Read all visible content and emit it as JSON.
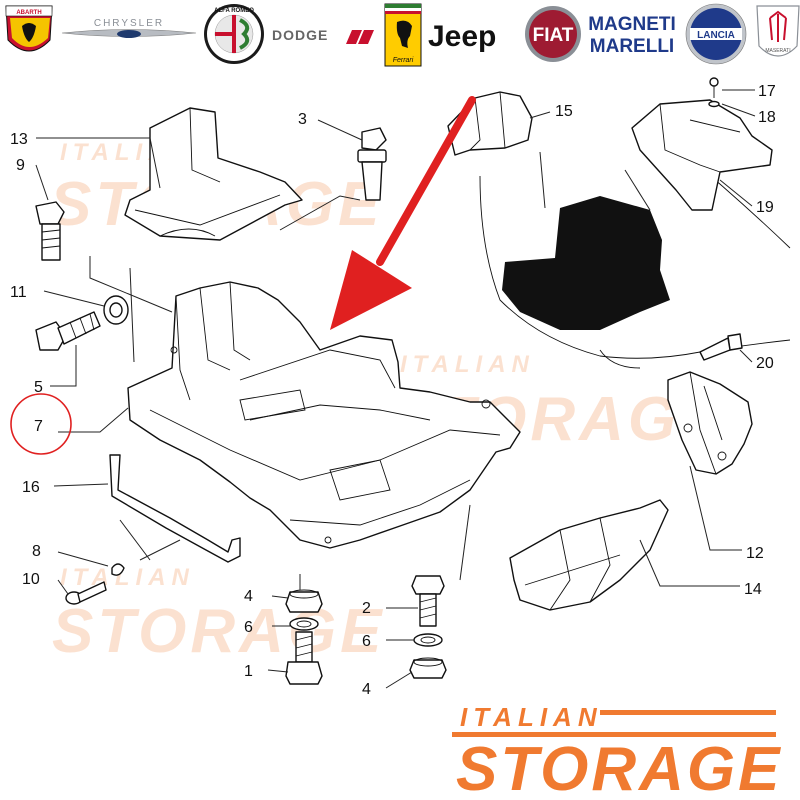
{
  "brands": {
    "abarth": "ABARTH",
    "chrysler": "CHRYSLER",
    "alfa_romeo": "ALFA ROMEO",
    "dodge": "DODGE",
    "ferrari": "Ferrari",
    "jeep": "Jeep",
    "fiat": "FIAT",
    "magneti_marelli_1": "MAGNETI",
    "magneti_marelli_2": "MARELLI",
    "lancia": "LANCIA",
    "maserati": "MASERATI"
  },
  "watermark": {
    "line1": "ITALIAN",
    "line2": "STORAGE"
  },
  "brand_footer": {
    "line1": "ITALIAN",
    "line2": "STORAGE"
  },
  "callouts": {
    "c1": "1",
    "c2": "2",
    "c3": "3",
    "c4a": "4",
    "c4b": "4",
    "c5": "5",
    "c6a": "6",
    "c6b": "6",
    "c7": "7",
    "c8": "8",
    "c9": "9",
    "c10": "10",
    "c11": "11",
    "c12": "12",
    "c13": "13",
    "c14": "14",
    "c15": "15",
    "c16": "16",
    "c17": "17",
    "c18": "18",
    "c19": "19",
    "c20": "20"
  },
  "highlight_color": "#e02020",
  "brand_orange": "#f07a30"
}
